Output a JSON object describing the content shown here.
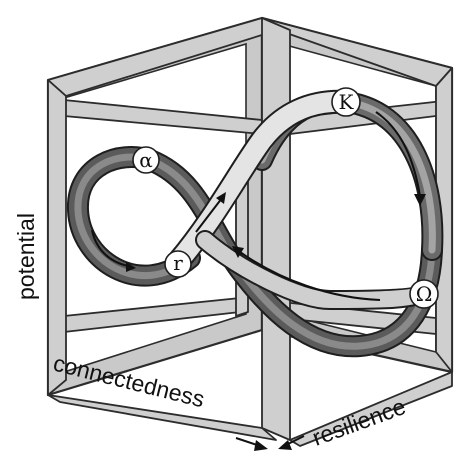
{
  "diagram": {
    "nodes": {
      "alpha": "α",
      "r": "r",
      "k": "K",
      "omega": "Ω"
    },
    "axes": {
      "y": "potential",
      "x": "connectedness",
      "z": "resilience"
    }
  }
}
